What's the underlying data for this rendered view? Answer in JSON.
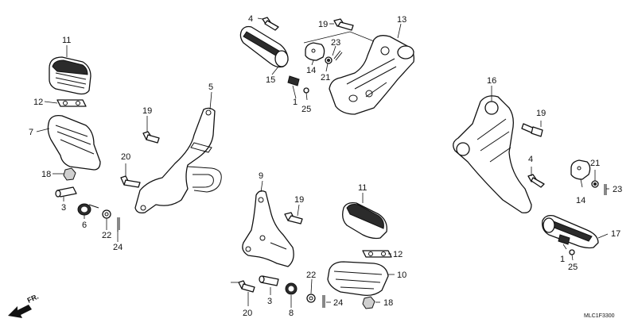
{
  "diagram": {
    "code": "MLC1F3300",
    "direction_label": "FR.",
    "callouts": {
      "c1a": "1",
      "c1b": "1",
      "c3a": "3",
      "c3b": "3",
      "c4a": "4",
      "c4b": "4",
      "c5": "5",
      "c6": "6",
      "c7": "7",
      "c8": "8",
      "c9": "9",
      "c10": "10",
      "c11a": "11",
      "c11b": "11",
      "c12a": "12",
      "c12b": "12",
      "c13": "13",
      "c14a": "14",
      "c14b": "14",
      "c15": "15",
      "c16": "16",
      "c17": "17",
      "c18a": "18",
      "c18b": "18",
      "c19a": "19",
      "c19b": "19",
      "c19c": "19",
      "c19d": "19",
      "c20a": "20",
      "c20b": "20",
      "c21a": "21",
      "c21b": "21",
      "c22a": "22",
      "c22b": "22",
      "c23a": "23",
      "c23b": "23",
      "c24a": "24",
      "c24b": "24",
      "c25a": "25",
      "c25b": "25"
    }
  }
}
